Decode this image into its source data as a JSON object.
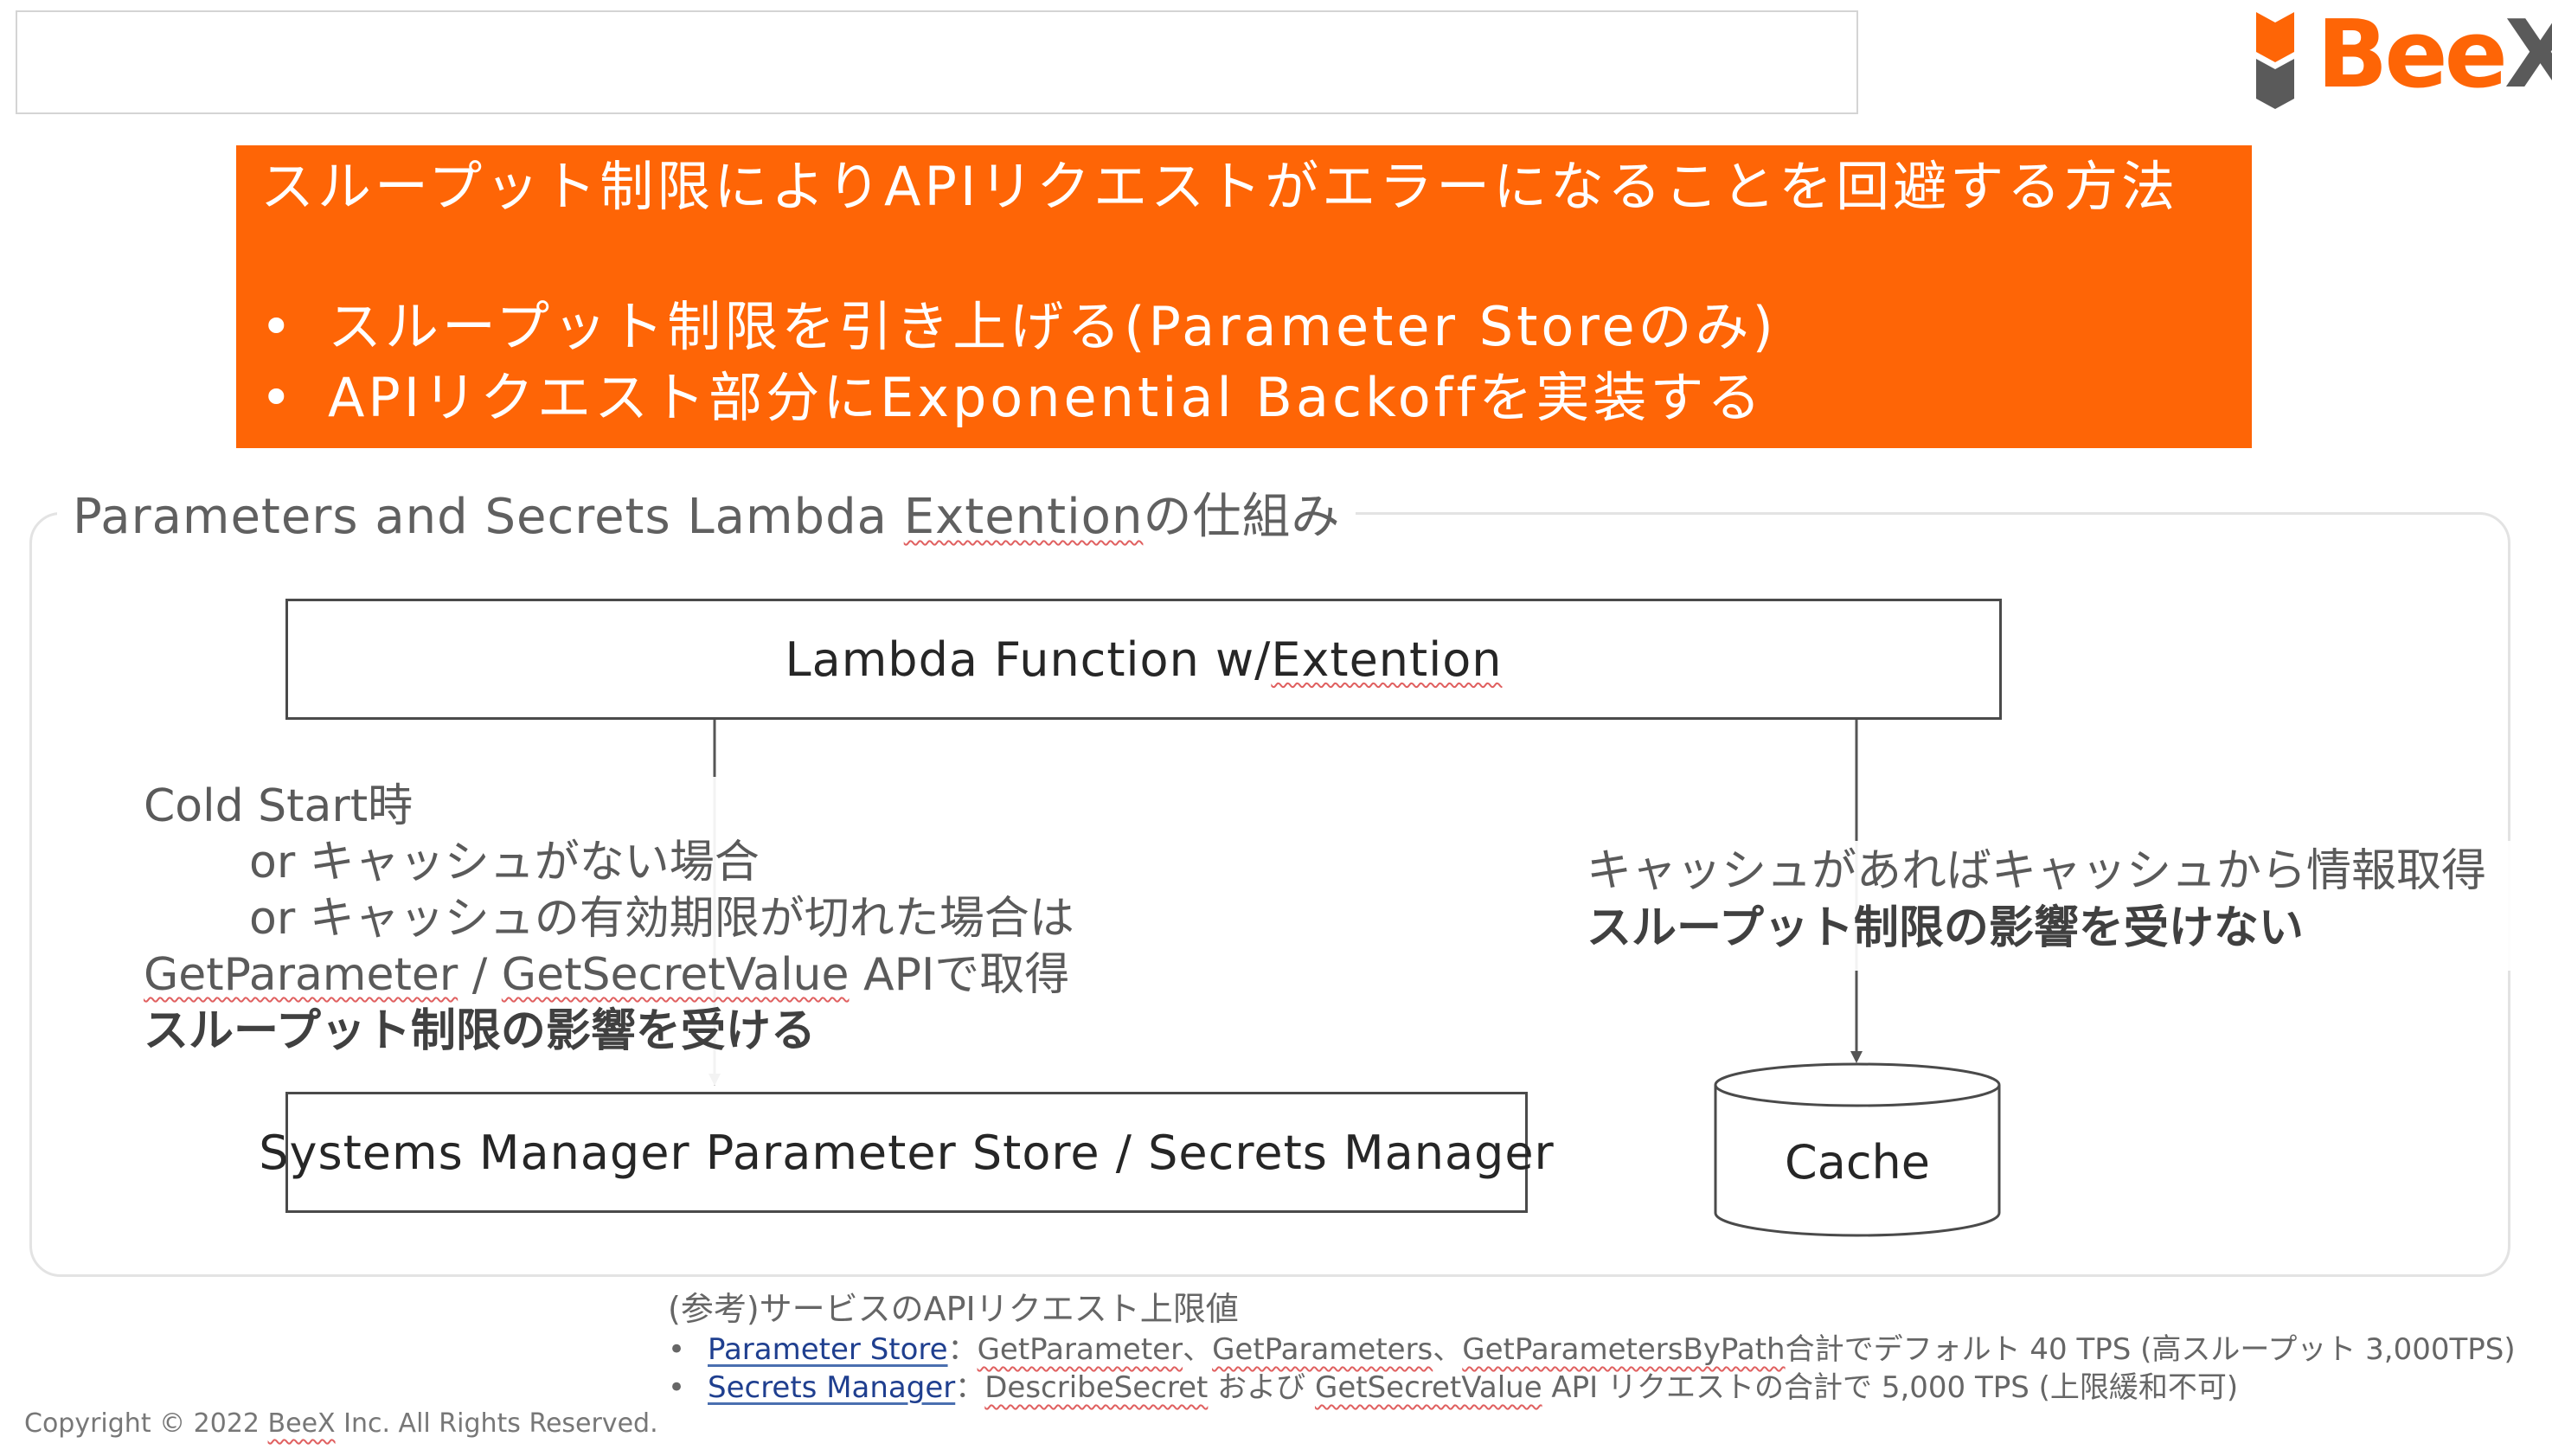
{
  "logo": {
    "text": "BeeX",
    "colors": {
      "text_B": "#fe6506",
      "text_ee": "#fe6506",
      "text_X": "#5a5a5a",
      "mark_top": "#fe6506",
      "mark_bottom": "#5a5a5a"
    }
  },
  "banner": {
    "title": "スループット制限によりAPIリクエストがエラーになることを回避する方法",
    "items": [
      "スループット制限を引き上げる(Parameter Storeのみ)",
      "APIリクエスト部分にExponential Backoffを実装する"
    ],
    "bullet": "•",
    "color": "#fe6506"
  },
  "diagram": {
    "label_main": "Parameters and Secrets Lambda ",
    "label_underlined": "Extention",
    "label_suffix": "の仕組み",
    "nodes": {
      "lambda_prefix": "Lambda Function w/",
      "lambda_underlined": "Extention",
      "ssm": "Systems Manager Parameter Store / Secrets Manager",
      "cache": "Cache"
    },
    "note_left": {
      "line1": "Cold Start時",
      "line2": "or キャッシュがない場合",
      "line3": "or キャッシュの有効期限が切れた場合は",
      "api1": "GetParameter",
      "sep": " / ",
      "api2": "GetSecretValue",
      "api_suffix": " APIで取得",
      "bold": "スループット制限の影響を受ける"
    },
    "note_right": {
      "line1": "キャッシュがあればキャッシュから情報取得",
      "bold": "スループット制限の影響を受けない"
    }
  },
  "reference": {
    "title": "(参考)サービスのAPIリクエスト上限値",
    "bullet": "•",
    "items": [
      {
        "service": "Parameter Store",
        "colon": "：",
        "api1": "GetParameter",
        "sep1": "、",
        "api2": "GetParameters",
        "sep2": "、",
        "api3": "GetParametersByPath",
        "text": "合計でデフォルト 40 TPS (高スループット 3,000TPS)"
      },
      {
        "service": "Secrets Manager",
        "colon": "：",
        "api1": "DescribeSecret",
        "mid": " および ",
        "api2": "GetSecretValue",
        "text": " API リクエストの合計で 5,000 TPS (上限緩和不可)"
      }
    ]
  },
  "footer": {
    "prefix": "Copyright © 2022 ",
    "underlined": "BeeX",
    "suffix": " Inc. All Rights Reserved."
  }
}
